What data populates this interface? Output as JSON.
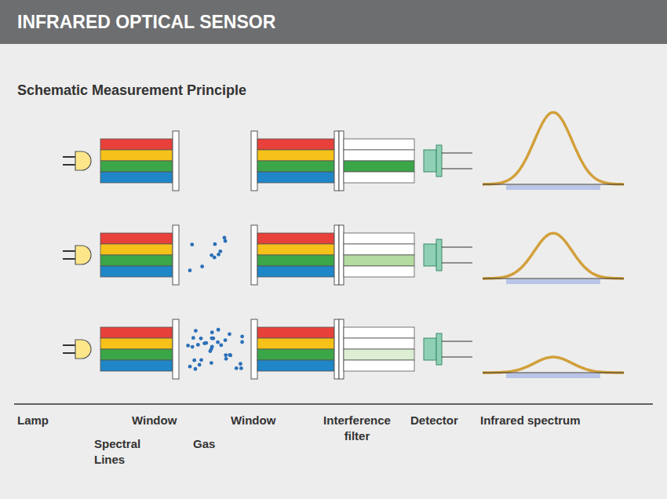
{
  "diagram": {
    "title": "INFRARED OPTICAL SENSOR",
    "labels": [
      "Schematic Measurement Principle",
      "Lamp",
      "Window",
      "Window",
      "Interference filter",
      "Detector",
      "Infrared spectrum",
      "Spectral Lines",
      "Gas"
    ]
  }
}
